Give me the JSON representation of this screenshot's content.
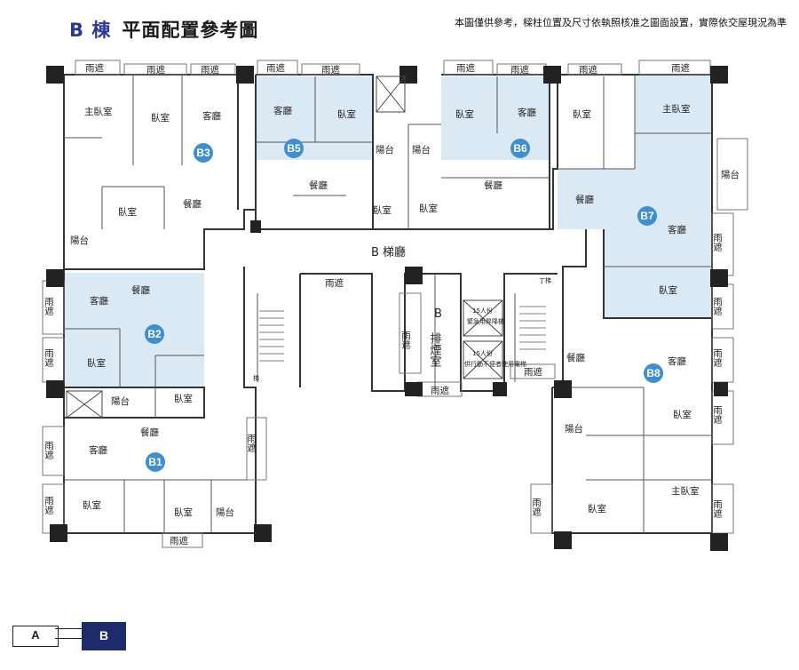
{
  "header": {
    "building": "B 棟",
    "title": "平面配置參考圖",
    "note": "本圖僅供參考，樑柱位置及尺寸依執照核准之圖面設置，實際依交屋現況為準"
  },
  "units": [
    {
      "id": "B3"
    },
    {
      "id": "B5"
    },
    {
      "id": "B6"
    },
    {
      "id": "B7"
    },
    {
      "id": "B2"
    },
    {
      "id": "B1"
    },
    {
      "id": "B8"
    }
  ],
  "rooms": {
    "master": "主臥室",
    "bedroom": "臥室",
    "living": "客廳",
    "dining": "餐廳",
    "balcony": "陽台",
    "canopy": "雨遮"
  },
  "core": {
    "lobby": "B 梯廳",
    "smoke_letter": "B",
    "smoke_text": "排煙室",
    "stair_a": "梯",
    "stair_b": "丁梯",
    "elevator1_title": "15人份",
    "elevator1_text": "緊急用昇降機",
    "elevator2_title": "15人份",
    "elevator2_text": "供行動不便者使用電梯"
  },
  "key": {
    "a": "A",
    "b": "B"
  },
  "colors": {
    "unit_fill": "#dbe9f5",
    "badge": "#3d8fd0",
    "title": "#2b3a8f",
    "key_b": "#1d2b6a"
  }
}
